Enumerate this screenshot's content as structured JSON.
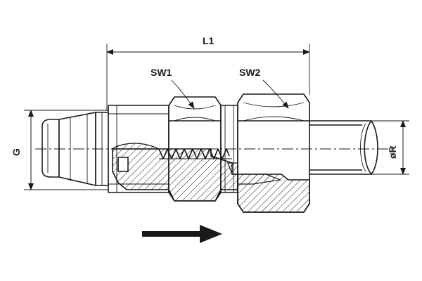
{
  "labels": {
    "l1": "L1",
    "sw1": "SW1",
    "sw2": "SW2",
    "g": "G",
    "r": "øR"
  },
  "icons": {
    "flow": "arrow-right-icon"
  },
  "colors": {
    "ink": "#1a1a1a",
    "paper": "#ffffff"
  }
}
